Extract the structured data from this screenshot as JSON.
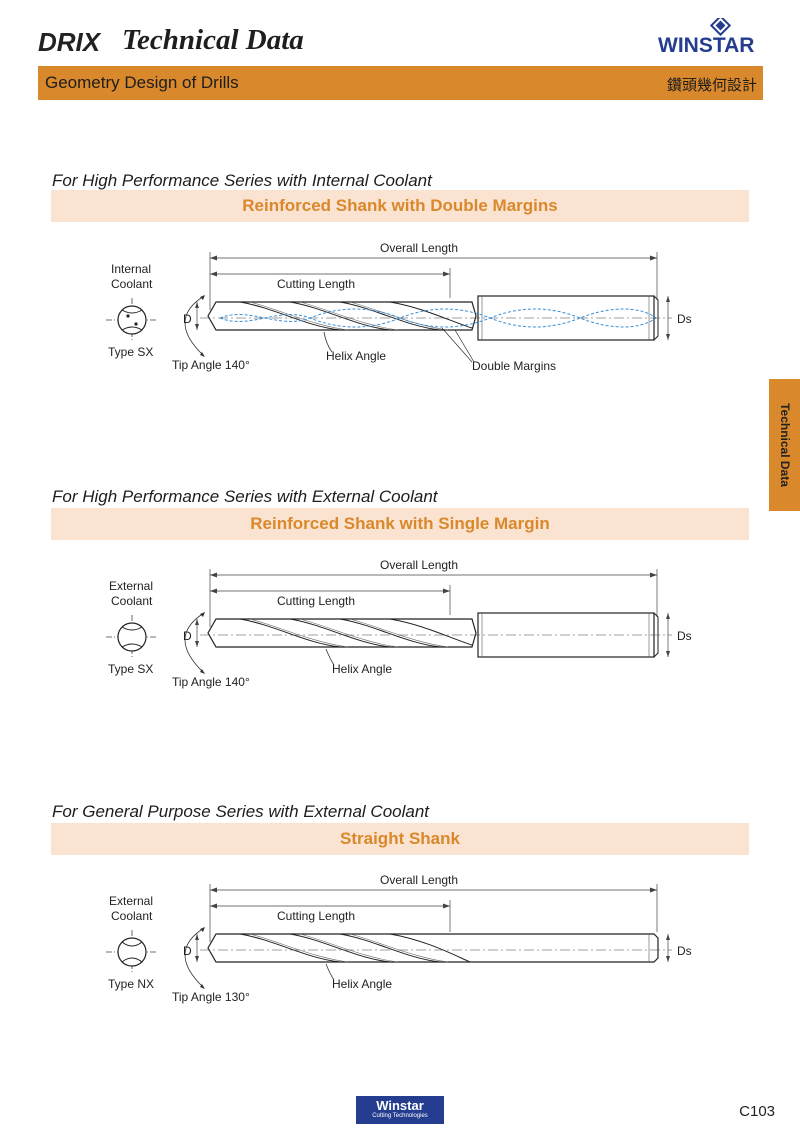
{
  "header": {
    "brand": "DRIX",
    "title": "Technical Data",
    "company": "WINSTAR"
  },
  "bar": {
    "left": "Geometry Design of Drills",
    "right": "鑽頭幾何設計"
  },
  "side_tab": "Technical Data",
  "sections": [
    {
      "title": "For High Performance Series with Internal Coolant",
      "band": "Reinforced Shank with Double Margins",
      "coolant": [
        "Internal",
        "Coolant"
      ],
      "type": "Type SX",
      "tip_angle": "Tip Angle 140°",
      "overall": "Overall Length",
      "cutting": "Cutting Length",
      "d": "D",
      "ds": "Ds",
      "helix": "Helix Angle",
      "margins": "Double Margins"
    },
    {
      "title": "For High Performance Series with External Coolant",
      "band": "Reinforced Shank with Single Margin",
      "coolant": [
        "External",
        "Coolant"
      ],
      "type": "Type SX",
      "tip_angle": "Tip Angle 140°",
      "overall": "Overall Length",
      "cutting": "Cutting Length",
      "d": "D",
      "ds": "Ds",
      "helix": "Helix Angle"
    },
    {
      "title": "For General Purpose Series with External Coolant",
      "band": "Straight Shank",
      "coolant": [
        "External",
        "Coolant"
      ],
      "type": "Type NX",
      "tip_angle": "Tip Angle 130°",
      "overall": "Overall Length",
      "cutting": "Cutting Length",
      "d": "D",
      "ds": "Ds",
      "helix": "Helix Angle"
    }
  ],
  "footer": {
    "logo_main": "Winstar",
    "logo_sub": "Cutting Technologies",
    "page": "C103"
  },
  "colors": {
    "accent": "#d9882b",
    "band": "#fbe3d2",
    "coolant_line": "#3b8fd6",
    "footer_logo": "#243d8f"
  }
}
